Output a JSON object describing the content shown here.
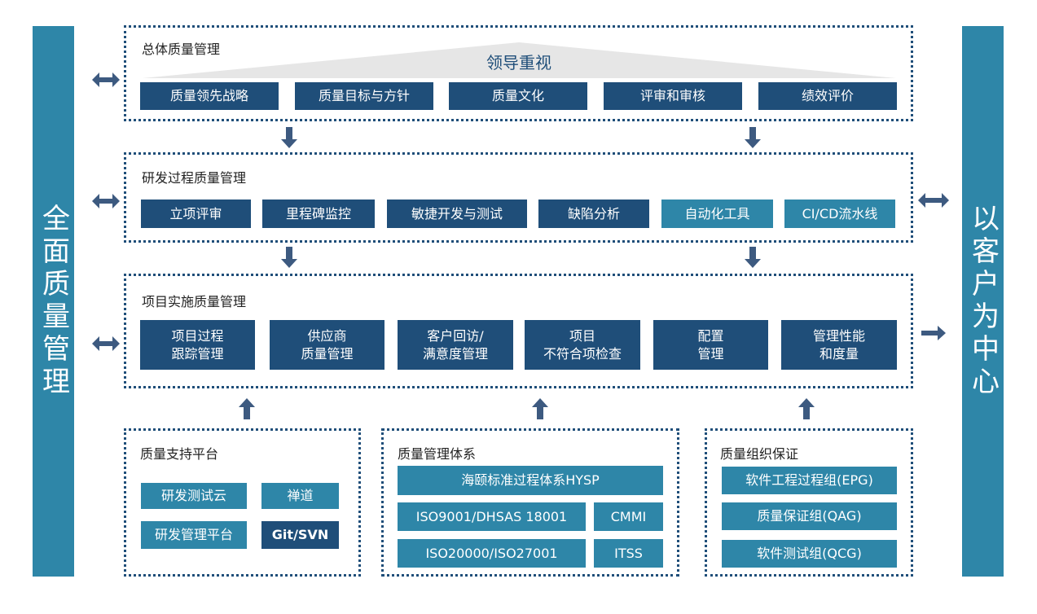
{
  "left_bar": "全面质量管理",
  "right_bar": "以客户为中心",
  "overall": {
    "title": "总体质量管理",
    "banner": "领导重视",
    "items": [
      "质量领先战略",
      "质量目标与方针",
      "质量文化",
      "评审和审核",
      "绩效评价"
    ]
  },
  "rnd": {
    "title": "研发过程质量管理",
    "items": [
      "立项评审",
      "里程碑监控",
      "敏捷开发与测试",
      "缺陷分析",
      "自动化工具",
      "CI/CD流水线"
    ]
  },
  "project": {
    "title": "项目实施质量管理",
    "items": [
      {
        "l1": "项目过程",
        "l2": "跟踪管理"
      },
      {
        "l1": "供应商",
        "l2": "质量管理"
      },
      {
        "l1": "客户回访/",
        "l2": "满意度管理"
      },
      {
        "l1": "项目",
        "l2": "不符合项检查"
      },
      {
        "l1": "配置",
        "l2": "管理"
      },
      {
        "l1": "管理性能",
        "l2": "和度量"
      }
    ]
  },
  "support": {
    "title": "质量支持平台",
    "items": [
      "研发测试云",
      "禅道",
      "研发管理平台",
      "Git/SVN"
    ]
  },
  "system": {
    "title": "质量管理体系",
    "items": [
      "海颐标准过程体系HYSP",
      "ISO9001/DHSAS 18001",
      "CMMI",
      "ISO20000/ISO27001",
      "ITSS"
    ]
  },
  "org": {
    "title": "质量组织保证",
    "items": [
      "软件工程过程组(EPG)",
      "质量保证组(QAG)",
      "软件测试组(QCG)"
    ]
  },
  "colors": {
    "dark_box": "#1f4e79",
    "teal_box": "#2e86a8",
    "arrow": "#3d5a80",
    "banner": "#e6e6e6"
  }
}
